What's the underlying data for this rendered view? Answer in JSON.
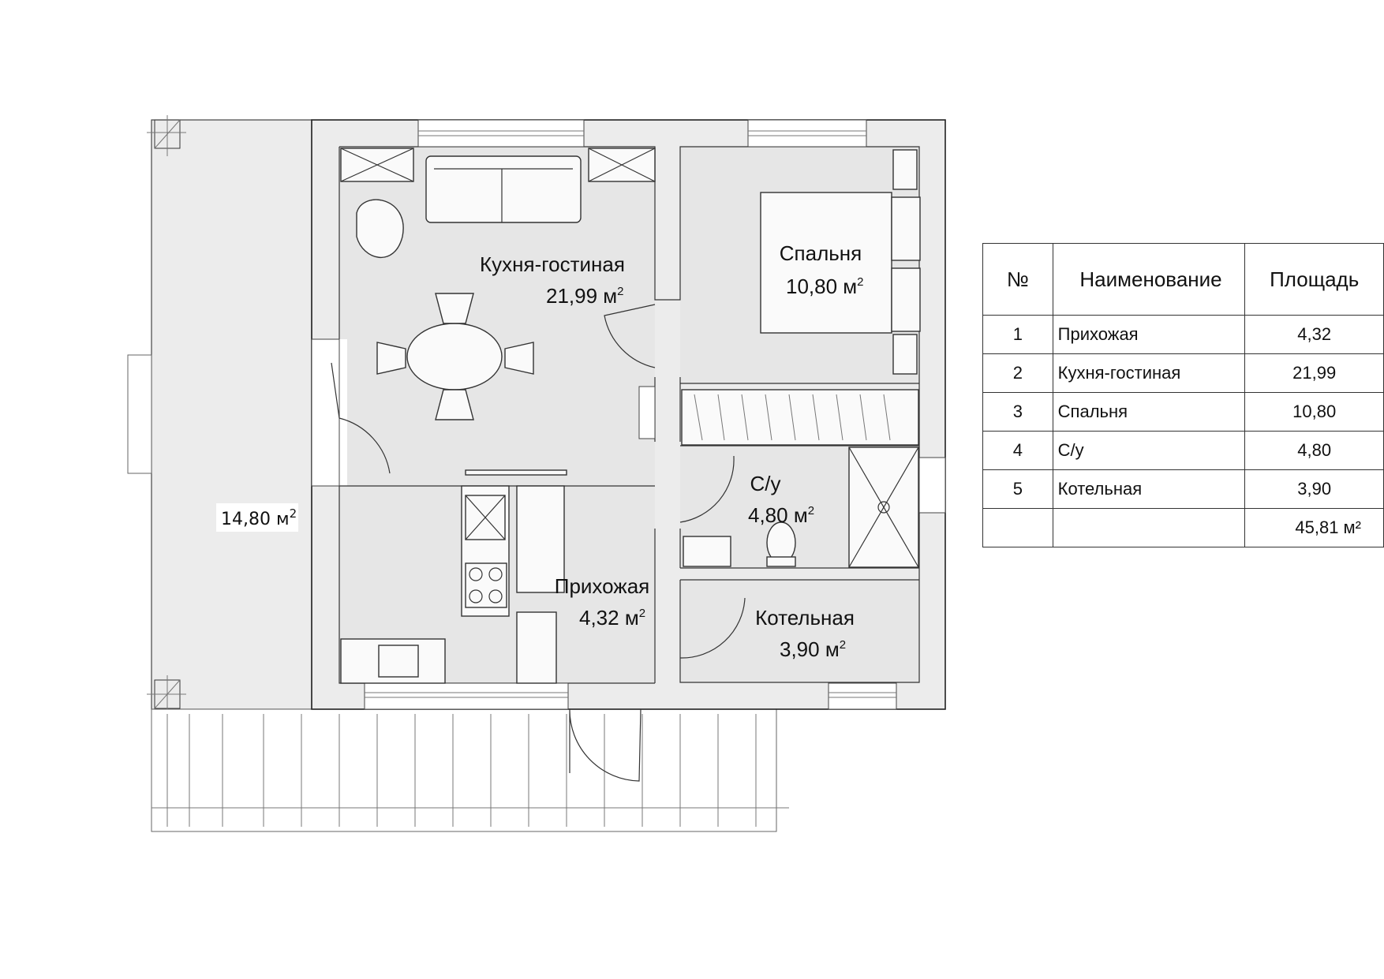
{
  "rooms": {
    "kitchen": {
      "name": "Кухня-гостиная",
      "area": "21,99 м",
      "sup": "2"
    },
    "bedroom": {
      "name": "Спальня",
      "area": "10,80 м",
      "sup": "2"
    },
    "bathroom": {
      "name": "С/у",
      "area": "4,80 м",
      "sup": "2"
    },
    "hallway": {
      "name": "Прихожая",
      "area": "4,32 м",
      "sup": "2"
    },
    "boiler": {
      "name": "Котельная",
      "area": "3,90 м",
      "sup": "2"
    },
    "terrace": {
      "area": "14,80 м",
      "sup": "2"
    }
  },
  "legend": {
    "headers": {
      "number": "№",
      "name": "Наименование",
      "area": "Площадь"
    },
    "rows": [
      {
        "number": "1",
        "name": "Прихожая",
        "area": "4,32"
      },
      {
        "number": "2",
        "name": "Кухня-гостиная",
        "area": "21,99"
      },
      {
        "number": "3",
        "name": "Спальня",
        "area": "10,80"
      },
      {
        "number": "4",
        "name": "С/у",
        "area": "4,80"
      },
      {
        "number": "5",
        "name": "Котельная",
        "area": "3,90"
      }
    ],
    "total": "45,81 м²"
  }
}
